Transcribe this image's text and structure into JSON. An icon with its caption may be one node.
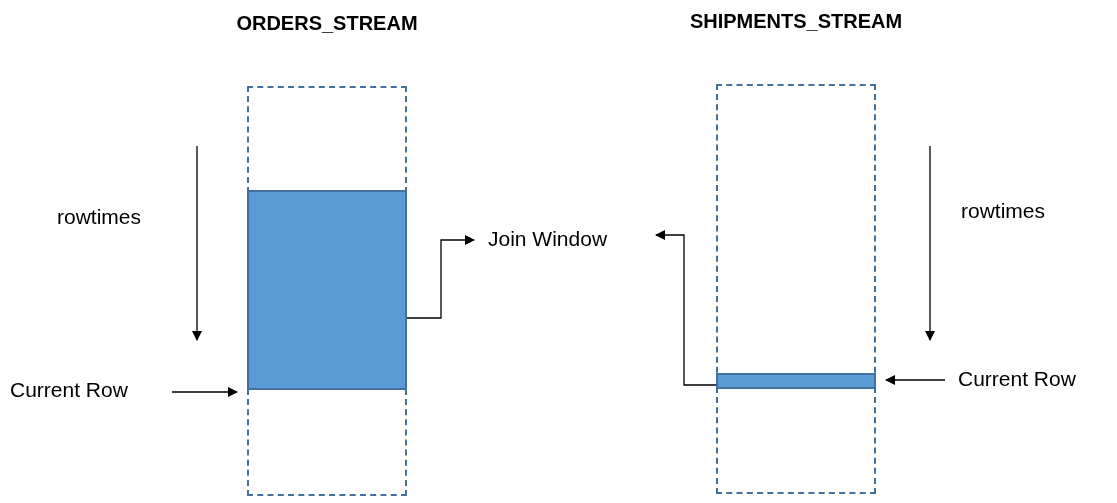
{
  "diagram": {
    "nodes": [
      {
        "text": [
          "ORDERS_STREAM"
        ]
      },
      {
        "text": [],
        "shape": "box",
        "in": 0
      },
      {
        "text": [
          "SHIPMENTS_STREAM"
        ]
      },
      {
        "text": [],
        "shape": "bar",
        "in": 2
      },
      {
        "text": [
          "Join Window"
        ]
      },
      {
        "text": [
          "Current Row"
        ]
      },
      {
        "text": [
          "Current Row"
        ]
      }
    ],
    "edges": [
      {
        "from": 1,
        "to": 4,
        "arrow": "to"
      },
      {
        "from": 3,
        "to": 4,
        "arrow": "to"
      },
      {
        "from": 5,
        "to": 1,
        "arrow": "to"
      },
      {
        "from": 6,
        "to": 3,
        "arrow": "to"
      }
    ],
    "labels": [
      "rowtimes",
      "rowtimes"
    ]
  }
}
